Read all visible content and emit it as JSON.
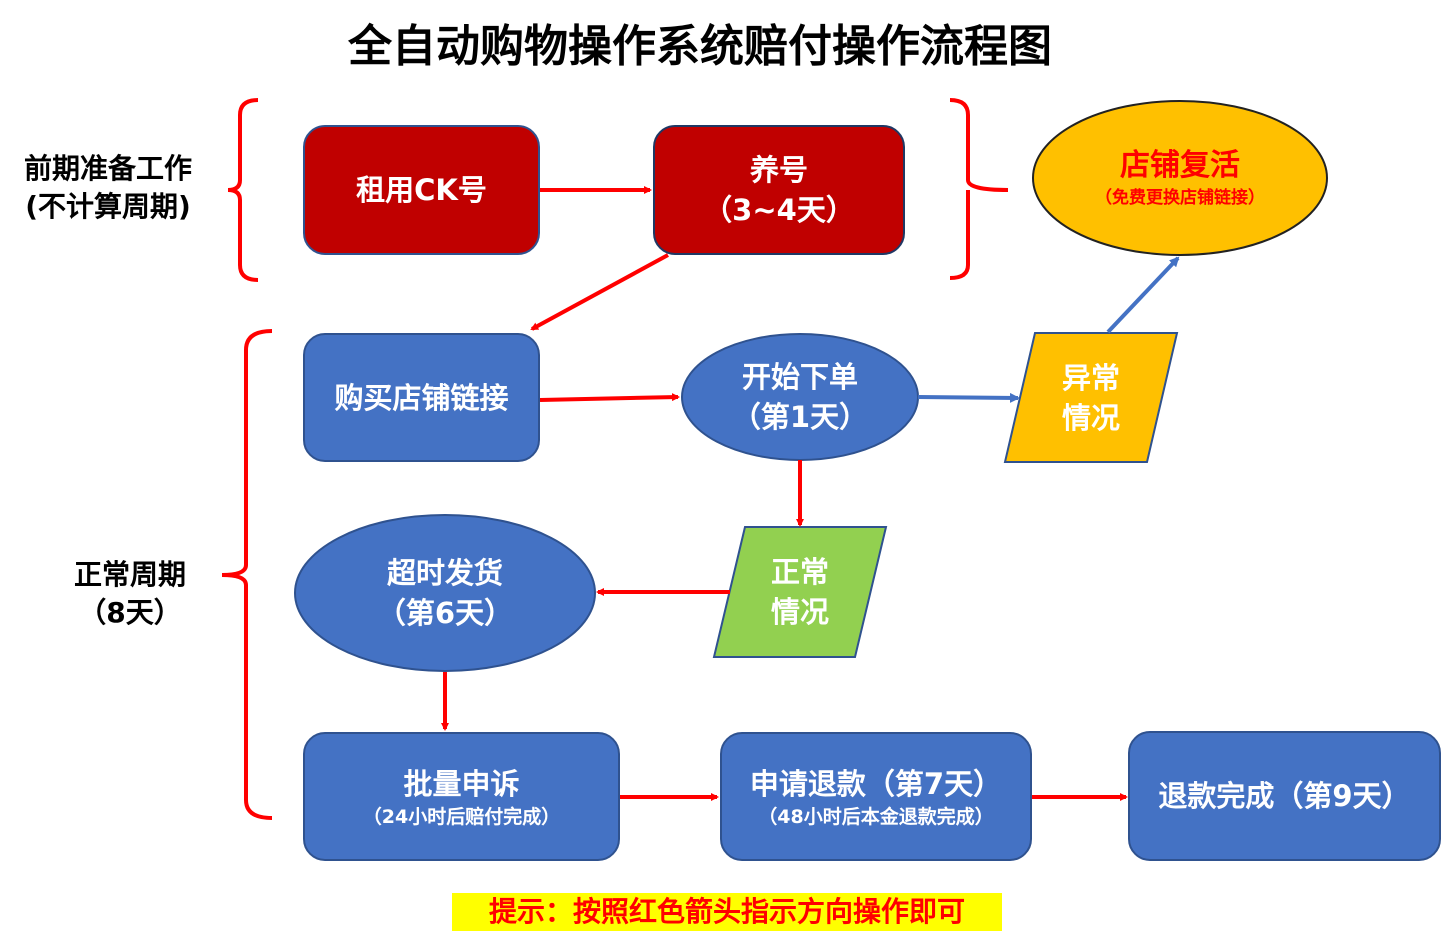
{
  "title": "全自动购物操作系统赔付操作流程图",
  "phases": {
    "prep": {
      "line1": "前期准备工作",
      "line2": "(不计算周期)"
    },
    "normal": {
      "line1": "正常周期",
      "line2": "（8天）"
    }
  },
  "nodes": {
    "rent": {
      "label": "租用CK号"
    },
    "nurture": {
      "label": "养号",
      "sub": "（3~4天）"
    },
    "revive": {
      "label": "店铺复活",
      "sub": "（免费更换店铺链接）"
    },
    "buy_link": {
      "label": "购买店铺链接"
    },
    "order": {
      "label": "开始下单",
      "sub": "（第1天）"
    },
    "abnormal": {
      "label1": "异常",
      "label2": "情况"
    },
    "normal": {
      "label1": "正常",
      "label2": "情况"
    },
    "late_ship": {
      "label": "超时发货",
      "sub": "（第6天）"
    },
    "appeal": {
      "label": "批量申诉",
      "sub": "（24小时后赔付完成）"
    },
    "refund_req": {
      "label": "申请退款（第7天）",
      "sub": "（48小时后本金退款完成）"
    },
    "refund_done": {
      "label": "退款完成（第9天）"
    }
  },
  "hint": "提示：按照红色箭头指示方向操作即可",
  "colors": {
    "red_box": "#c00000",
    "blue_box": "#4472c4",
    "yellow": "#ffc000",
    "green": "#92d050",
    "arrow_red": "#ff0000",
    "arrow_blue": "#4472c4"
  }
}
